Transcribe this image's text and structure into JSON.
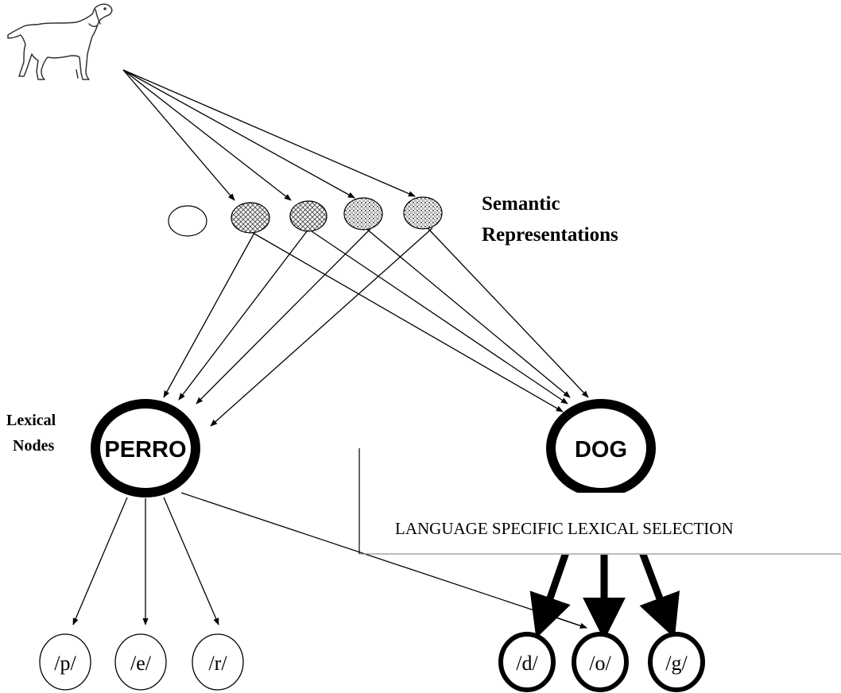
{
  "labels": {
    "semantic_line1": "Semantic",
    "semantic_line2": "Representations",
    "lexical_line1": "Lexical",
    "lexical_line2": "Nodes",
    "selection": "LANGUAGE SPECIFIC LEXICAL SELECTION"
  },
  "lexical_nodes": [
    {
      "id": "perro",
      "label": "PERRO"
    },
    {
      "id": "dog",
      "label": "DOG"
    }
  ],
  "phonemes_spanish": [
    "/p/",
    "/e/",
    "/r/"
  ],
  "phonemes_english": [
    "/d/",
    "/o/",
    "/g/"
  ],
  "colors": {
    "ink": "#000000",
    "pattern": "#555555",
    "background": "#ffffff"
  }
}
